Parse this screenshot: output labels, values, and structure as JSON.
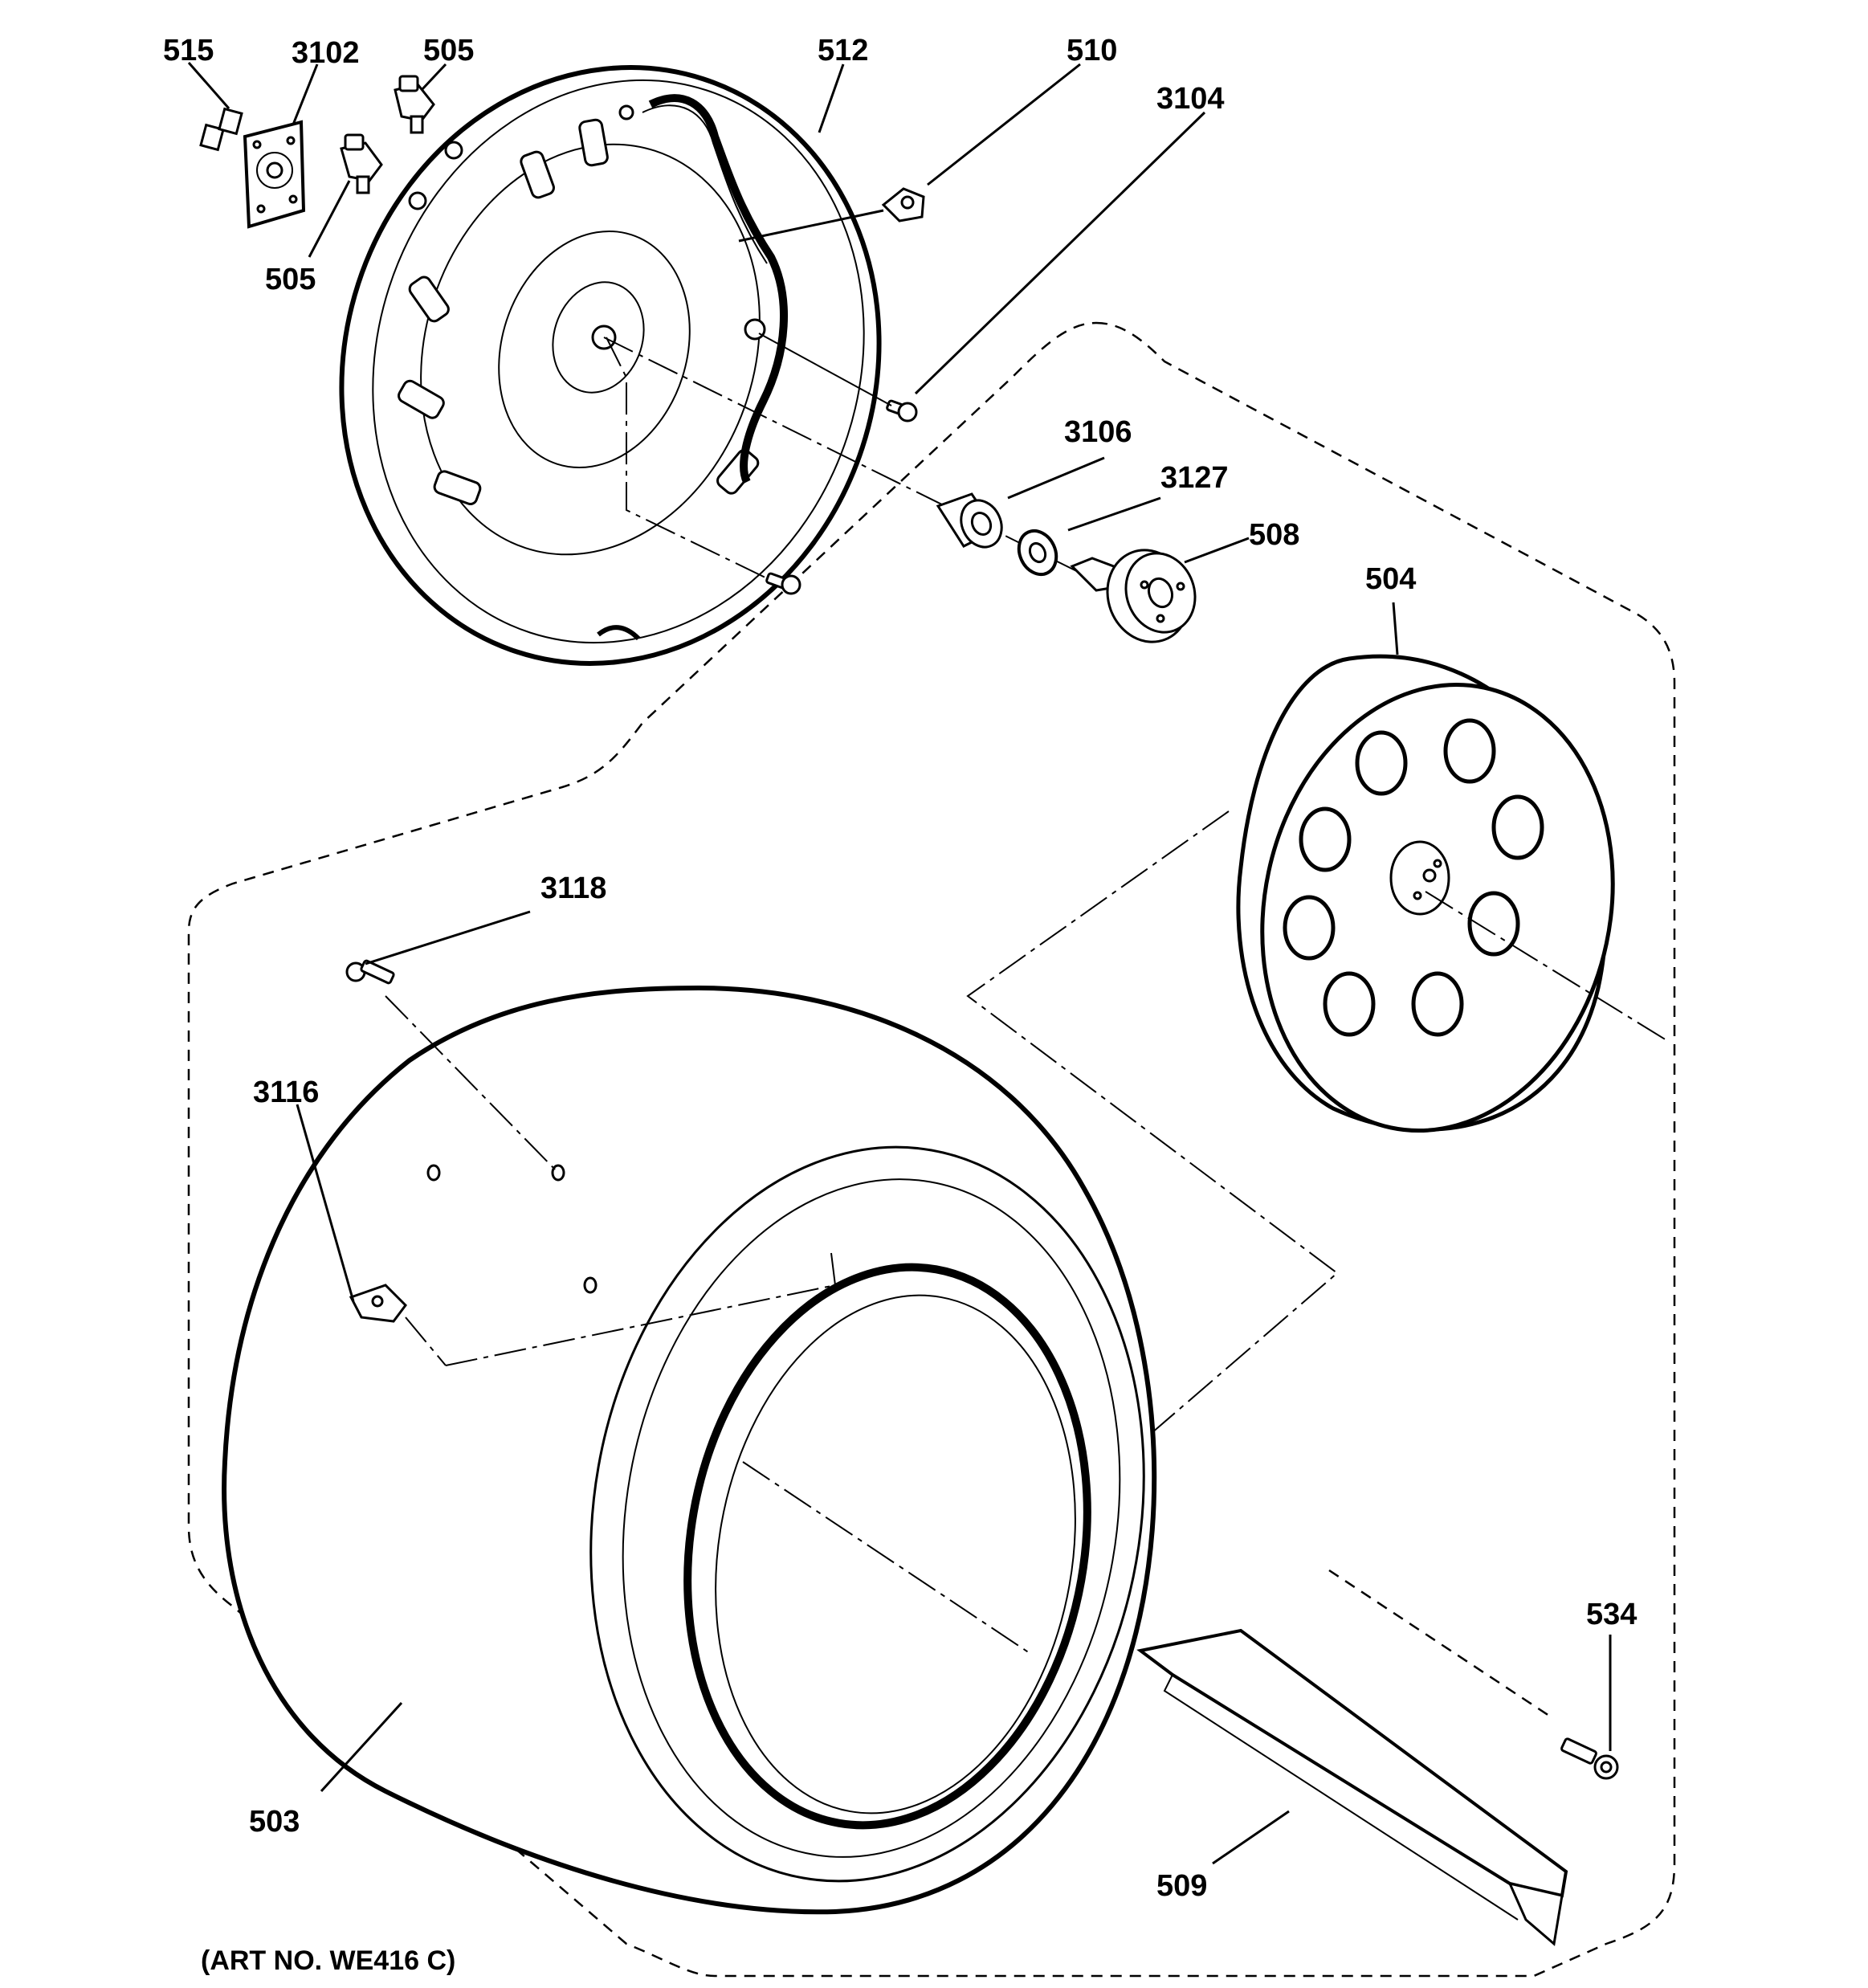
{
  "diagram": {
    "callouts": {
      "c515": "515",
      "c3102": "3102",
      "c505_top": "505",
      "c505_bottom": "505",
      "c512": "512",
      "c510": "510",
      "c3104": "3104",
      "c3106": "3106",
      "c3127": "3127",
      "c508": "508",
      "c504": "504",
      "c3118": "3118",
      "c3116": "3116",
      "c534": "534",
      "c503": "503",
      "c509": "509"
    },
    "art_number": "(ART NO. WE416 C)"
  }
}
